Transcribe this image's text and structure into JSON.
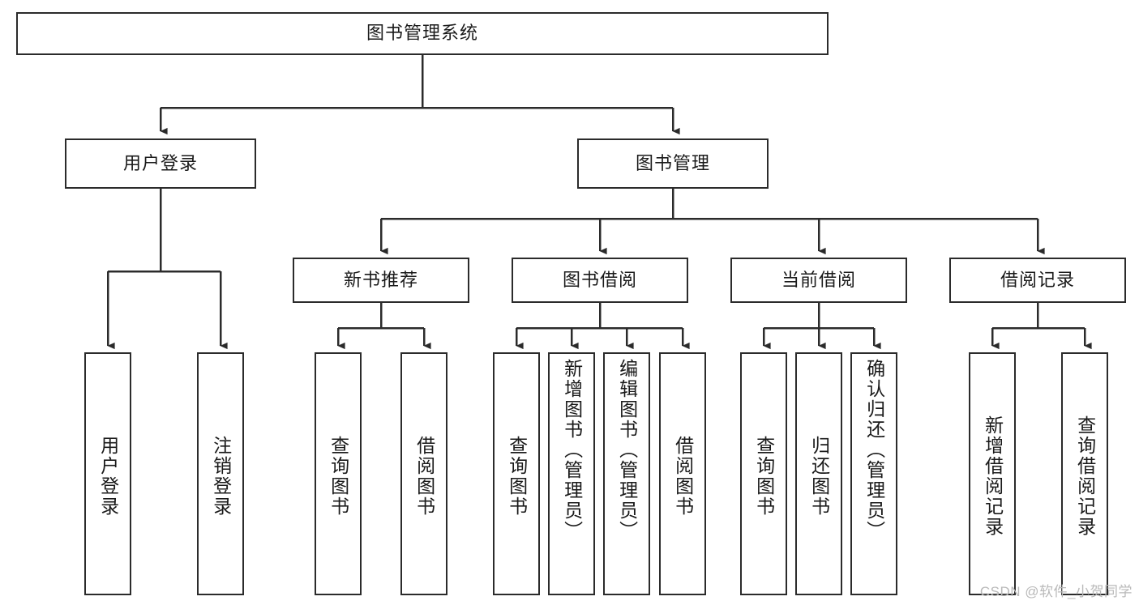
{
  "diagram": {
    "title": "图书管理系统",
    "type": "tree-hierarchy-diagram",
    "colors": {
      "box_border": "#2b2b2b",
      "box_fill": "#ffffff",
      "edge": "#2b2b2b",
      "watermark": "#b9b9b9",
      "background": "#ffffff"
    },
    "root": {
      "label": "图书管理系统"
    },
    "level2": [
      {
        "label": "用户登录"
      },
      {
        "label": "图书管理"
      }
    ],
    "level3": [
      {
        "label": "新书推荐"
      },
      {
        "label": "图书借阅"
      },
      {
        "label": "当前借阅"
      },
      {
        "label": "借阅记录"
      }
    ],
    "leaves": {
      "user_login": [
        {
          "label": "用户登录"
        },
        {
          "label": "注销登录"
        }
      ],
      "new_book_recommend": [
        {
          "label": "查询图书"
        },
        {
          "label": "借阅图书"
        }
      ],
      "book_borrow": [
        {
          "label": "查询图书"
        },
        {
          "label": "新增图书（管理员）"
        },
        {
          "label": "编辑图书（管理员）"
        },
        {
          "label": "借阅图书"
        }
      ],
      "current_borrow": [
        {
          "label": "查询图书"
        },
        {
          "label": "归还图书"
        },
        {
          "label": "确认归还（管理员）"
        }
      ],
      "borrow_record": [
        {
          "label": "新增借阅记录"
        },
        {
          "label": "查询借阅记录"
        }
      ]
    },
    "watermark": "CSDN @软件_小贺同学"
  }
}
